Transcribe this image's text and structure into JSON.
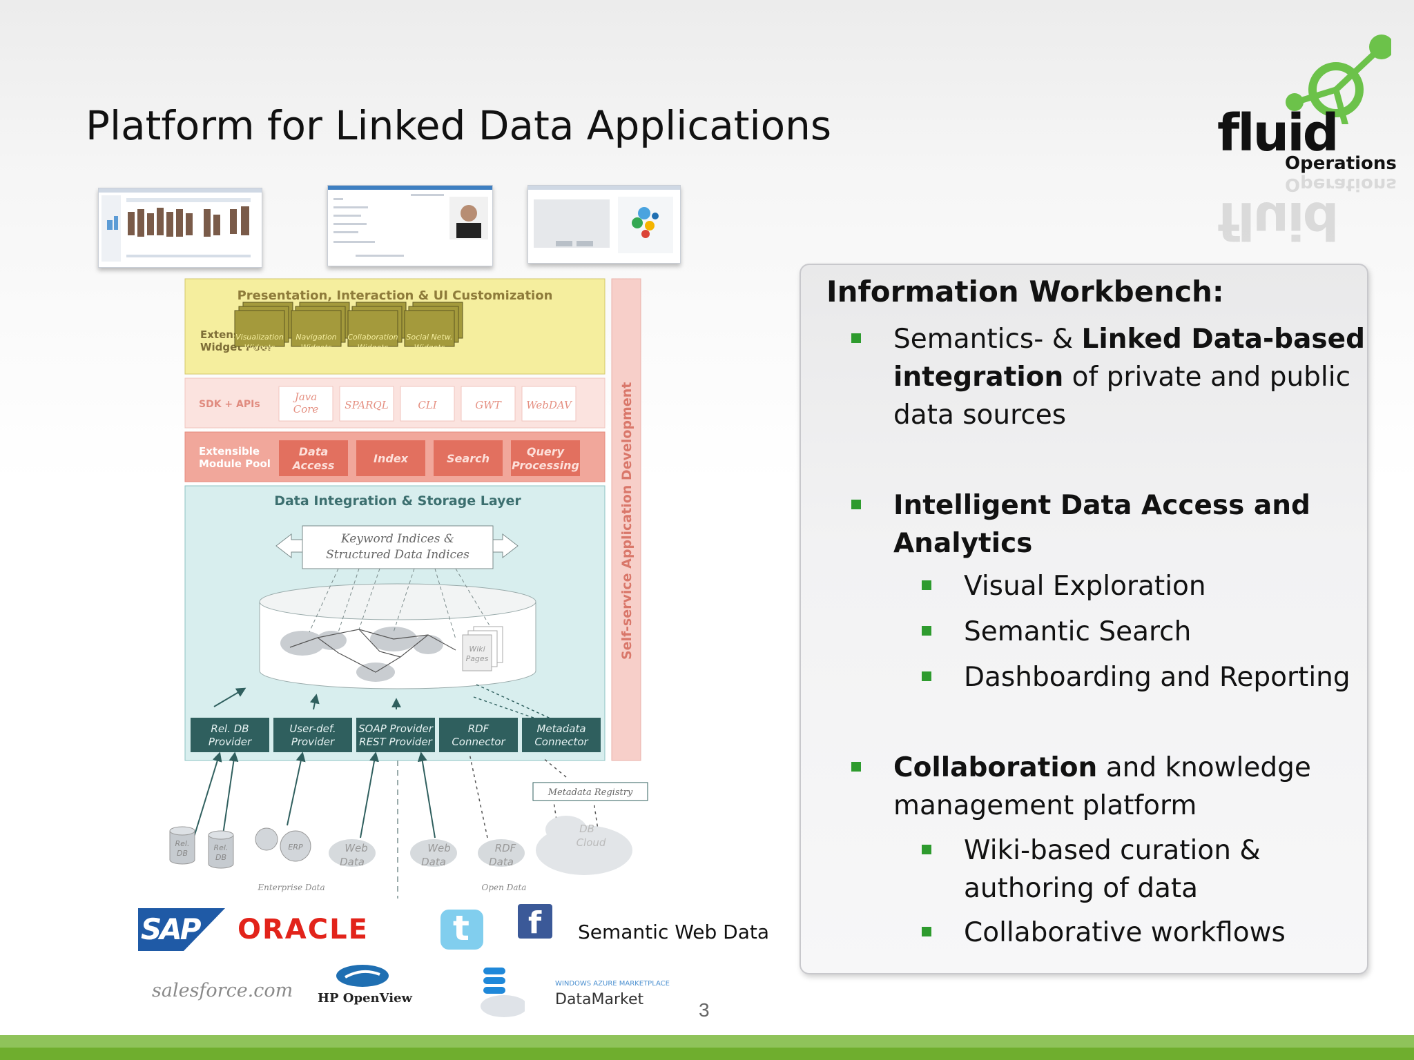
{
  "slide": {
    "title": "Platform for Linked Data Applications",
    "page_number": "3"
  },
  "logo": {
    "word": "fluid",
    "sub": "Operations",
    "colors": {
      "green": "#6cc24a",
      "dark": "#111111"
    }
  },
  "info_box": {
    "heading": "Information Workbench:",
    "bullets": [
      {
        "line1_a": "Semantics- & ",
        "line1_b": "Linked Data-based",
        "line2_a": "integration",
        "line2_b": " of private and public",
        "line3": "data sources"
      },
      {
        "line1": "Intelligent Data Access and",
        "line2": "Analytics",
        "sub": [
          "Visual Exploration",
          "Semantic Search",
          "Dashboarding and Reporting"
        ]
      },
      {
        "line1_a": "Collaboration",
        "line1_b": " and knowledge",
        "line2": "management platform",
        "sub1_line1": "Wiki-based curation &",
        "sub1_line2": "authoring of data",
        "sub2": "Collaborative workflows"
      }
    ],
    "bullet_color": "#2e9b2e"
  },
  "diagram": {
    "layer_top": "Presentation, Interaction & UI Customization",
    "widget_pool_label": [
      "Extensible",
      "Widget Pool"
    ],
    "widgets": [
      [
        "Visualization",
        "Widgets"
      ],
      [
        "Navigation",
        "Widgets"
      ],
      [
        "Collaboration",
        "Widgets"
      ],
      [
        "Social Netw.",
        "Widgets"
      ]
    ],
    "sdk_label": "SDK + APIs",
    "apis": [
      [
        "Java",
        "Core"
      ],
      [
        "SPARQL"
      ],
      [
        "CLI"
      ],
      [
        "GWT"
      ],
      [
        "WebDAV"
      ]
    ],
    "module_label": [
      "Extensible",
      "Module Pool"
    ],
    "modules": [
      [
        "Data",
        "Access"
      ],
      [
        "Index"
      ],
      [
        "Search"
      ],
      [
        "Query",
        "Processing"
      ]
    ],
    "side_label": "Self-service Application Development",
    "storage_title": "Data Integration & Storage Layer",
    "indices": [
      "Keyword Indices &",
      "Structured Data Indices"
    ],
    "wiki": [
      "Wiki",
      "Pages"
    ],
    "providers": [
      [
        "Rel. DB",
        "Provider"
      ],
      [
        "User-def.",
        "Provider"
      ],
      [
        "SOAP Provider",
        "REST Provider"
      ],
      [
        "RDF",
        "Connector"
      ],
      [
        "Metadata",
        "Connector"
      ]
    ],
    "registry": "Metadata Registry",
    "sources": {
      "rel_db_1": [
        "Rel.",
        "DB"
      ],
      "rel_db_2": [
        "Rel.",
        "DB"
      ],
      "erp": "ERP",
      "web_1": [
        "Web",
        "Data"
      ],
      "web_2": [
        "Web",
        "Data"
      ],
      "rdf": [
        "RDF",
        "Data"
      ],
      "cloud": [
        "DB",
        "Cloud"
      ]
    },
    "enterprise_label": "Enterprise Data",
    "open_label": "Open Data",
    "colors": {
      "yellow": "#f5ee9e",
      "pink": "#f7d5d0",
      "salmon": "#f1a79b",
      "module_red": "#e2705f",
      "teal_bg": "#d8eeee",
      "provider": "#2f5f5e",
      "side": "#f7cfc9"
    }
  },
  "brands": {
    "sap": "SAP",
    "oracle": "ORACLE",
    "facebook": "f",
    "twitter": "t",
    "semantic_web": "Semantic Web Data",
    "salesforce": "salesforce.com",
    "hp": "HP OpenView",
    "datamarket_small": "WINDOWS AZURE MARKETPLACE",
    "datamarket": "DataMarket"
  }
}
